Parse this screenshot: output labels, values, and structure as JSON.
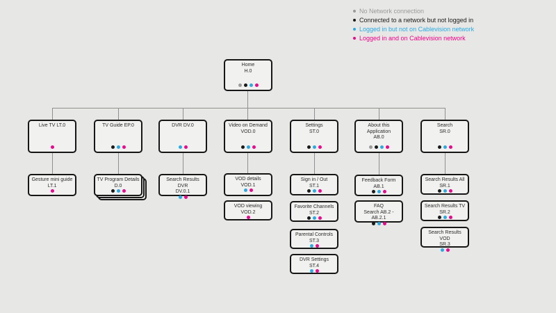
{
  "colors": {
    "gray": "#9a9a9a",
    "black": "#1a1a1a",
    "blue": "#29abe2",
    "magenta": "#ec008c"
  },
  "legend": {
    "items": [
      {
        "dot": "gray",
        "label": "No Network connection"
      },
      {
        "dot": "black",
        "label": "Connected to a network but not logged in"
      },
      {
        "dot": "blue",
        "label": "Logged in but not on Cablevision network"
      },
      {
        "dot": "magenta",
        "label": "Logged in and on Cablevision network"
      }
    ]
  },
  "nodes": {
    "home": {
      "lines": [
        "Home",
        "H.0"
      ],
      "dots": [
        "gray",
        "black",
        "blue",
        "magenta"
      ]
    },
    "live_tv": {
      "lines": [
        "Live TV LT.0"
      ],
      "dots": [
        "magenta"
      ]
    },
    "tv_guide": {
      "lines": [
        "TV Guide EP.0"
      ],
      "dots": [
        "black",
        "blue",
        "magenta"
      ]
    },
    "dvr": {
      "lines": [
        "DVR DV.0"
      ],
      "dots": [
        "blue",
        "magenta"
      ]
    },
    "vod": {
      "lines": [
        "Video on Demand",
        "VOD.0"
      ],
      "dots": [
        "black",
        "blue",
        "magenta"
      ]
    },
    "settings": {
      "lines": [
        "Settings",
        "ST.0"
      ],
      "dots": [
        "black",
        "blue",
        "magenta"
      ]
    },
    "about": {
      "lines": [
        "About this",
        "Application",
        "AB.0"
      ],
      "dots": [
        "gray",
        "black",
        "blue",
        "magenta"
      ]
    },
    "search": {
      "lines": [
        "Search",
        "SR.0"
      ],
      "dots": [
        "black",
        "blue",
        "magenta"
      ]
    },
    "gesture": {
      "lines": [
        "Gesture mini guide",
        "LT.1"
      ],
      "dots": [
        "magenta"
      ]
    },
    "program_details": {
      "lines": [
        "TV Program Details",
        "D.0"
      ],
      "dots": [
        "black",
        "blue",
        "magenta"
      ]
    },
    "search_results_dvr": {
      "lines": [
        "Search Results DVR",
        "DV.0.1"
      ],
      "dots": [
        "blue",
        "magenta"
      ]
    },
    "vod_details": {
      "lines": [
        "VOD details",
        "VOD.1"
      ],
      "dots": [
        "blue",
        "magenta"
      ]
    },
    "vod_viewing": {
      "lines": [
        "VOD viewing",
        "VOD.2"
      ],
      "dots": [
        "magenta"
      ]
    },
    "sign_in_out": {
      "lines": [
        "Sign in / Out",
        "ST.1"
      ],
      "dots": [
        "black",
        "blue",
        "magenta"
      ]
    },
    "favorite_channels": {
      "lines": [
        "Favorite Channels",
        "ST.2"
      ],
      "dots": [
        "black",
        "blue",
        "magenta"
      ]
    },
    "parental_controls": {
      "lines": [
        "Parental Controls",
        "ST.3"
      ],
      "dots": [
        "blue",
        "magenta"
      ]
    },
    "dvr_settings": {
      "lines": [
        "DVR Settings",
        "ST.4"
      ],
      "dots": [
        "blue",
        "magenta"
      ]
    },
    "feedback_form": {
      "lines": [
        "Feedback Form",
        "AB.1"
      ],
      "dots": [
        "black",
        "blue",
        "magenta"
      ]
    },
    "faq": {
      "lines": [
        "FAQ",
        "Search AB.2 - AB.2.1"
      ],
      "dots": [
        "black",
        "blue",
        "magenta"
      ]
    },
    "search_results_all": {
      "lines": [
        "Search Results All",
        "SR.1"
      ],
      "dots": [
        "black",
        "blue",
        "magenta"
      ]
    },
    "search_results_tv": {
      "lines": [
        "Search Results TV",
        "SR.2"
      ],
      "dots": [
        "black",
        "blue",
        "magenta"
      ]
    },
    "search_results_vod": {
      "lines": [
        "Search Results VOD",
        "SR.3"
      ],
      "dots": [
        "blue",
        "magenta"
      ]
    }
  }
}
